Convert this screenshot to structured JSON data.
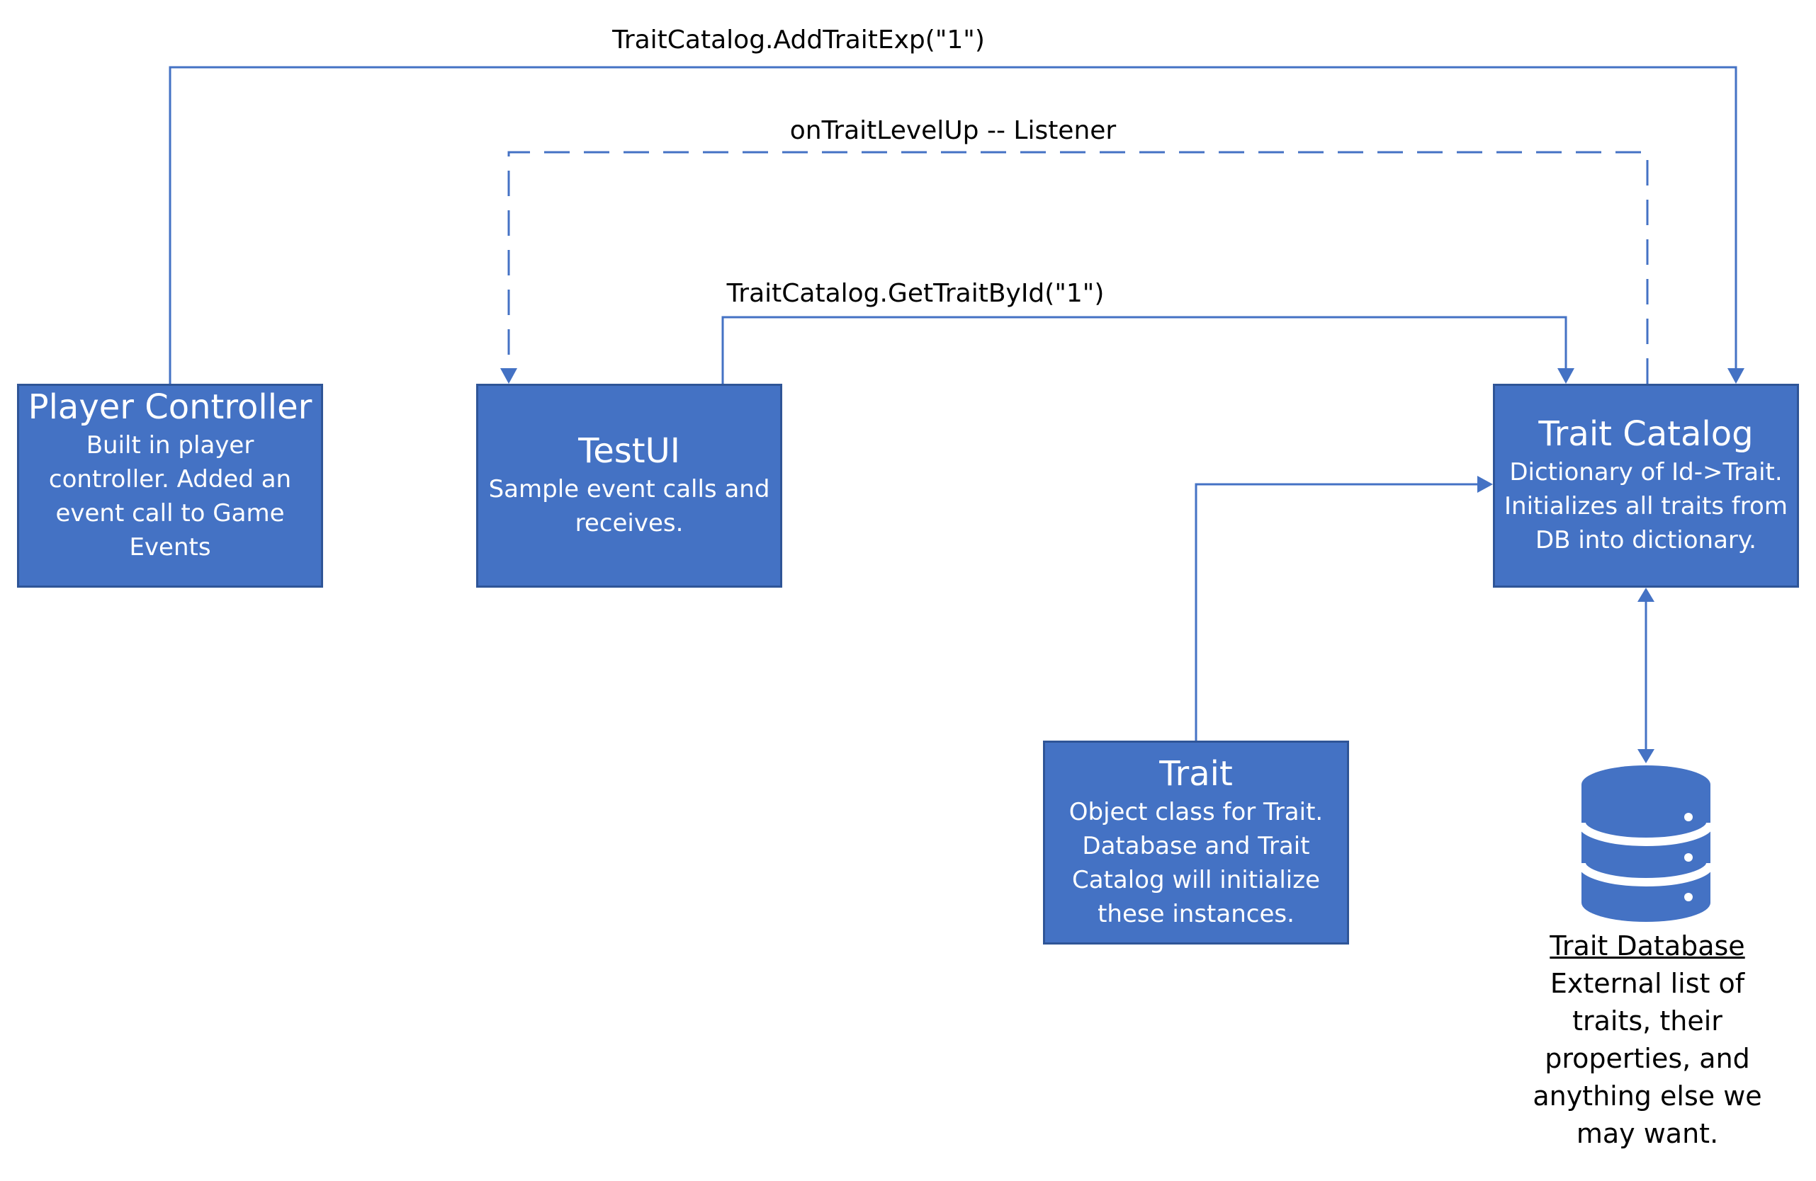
{
  "colors": {
    "box_fill": "#4472c4",
    "box_border": "#2f5597",
    "connector": "#4472c4",
    "box_text": "#ffffff",
    "label_text": "#000000"
  },
  "nodes": {
    "player_controller": {
      "title": "Player Controller",
      "description": "Built in player controller. Added an event call to Game Events"
    },
    "test_ui": {
      "title": "TestUI",
      "description": "Sample event calls and receives."
    },
    "trait_catalog": {
      "title": "Trait Catalog",
      "description": "Dictionary of Id->Trait. Initializes all traits from DB into dictionary."
    },
    "trait": {
      "title": "Trait",
      "description": "Object class for Trait. Database and Trait Catalog will initialize these instances."
    },
    "trait_database": {
      "icon": "database-icon",
      "title": "Trait Database",
      "description": "External list of traits, their properties, and anything else we may want."
    }
  },
  "edges": {
    "add_trait_exp": {
      "label": "TraitCatalog.AddTraitExp(\"1\")",
      "from": "Player Controller",
      "to": "Trait Catalog",
      "style": "solid"
    },
    "on_trait_level_up": {
      "label": "onTraitLevelUp -- Listener",
      "from": "Trait Catalog",
      "to": "TestUI",
      "style": "dashed"
    },
    "get_trait_by_id": {
      "label": "TraitCatalog.GetTraitById(\"1\")",
      "from": "TestUI",
      "to": "Trait Catalog",
      "style": "solid"
    },
    "trait_to_catalog": {
      "label": "",
      "from": "Trait",
      "to": "Trait Catalog",
      "style": "solid"
    },
    "catalog_database": {
      "label": "",
      "from": "Trait Catalog",
      "to": "Trait Database",
      "style": "solid bidirectional"
    }
  }
}
